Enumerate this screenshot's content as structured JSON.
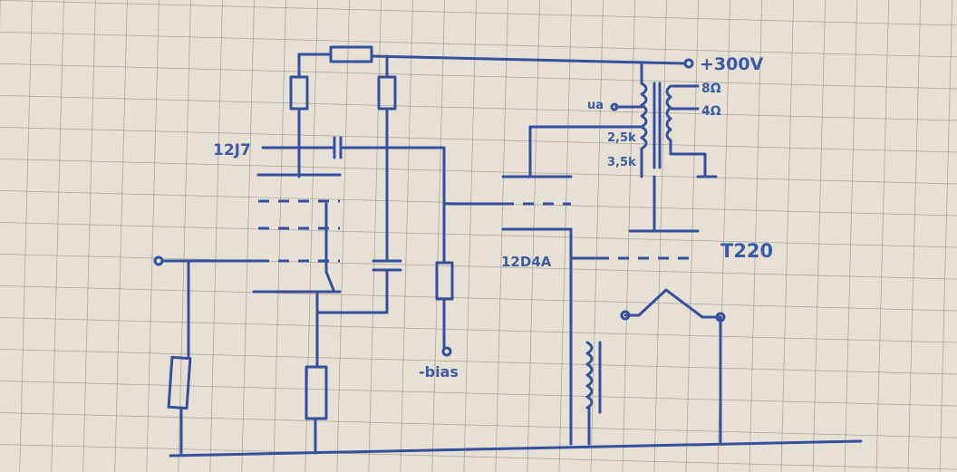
{
  "title": "Hand-drawn tube amplifier schematic on graph paper",
  "labels": {
    "supply": "+300V",
    "tap_8": "8Ω",
    "tap_4": "4Ω",
    "ua": "ua",
    "imp_25": "2,5k",
    "imp_35": "3,5k",
    "tube1": "12J7",
    "tube2": "12D4A",
    "tube3": "T220",
    "bias": "-bias"
  },
  "colors": {
    "ink": "#34509e",
    "paper": "#e6e1d4",
    "grid": "#9d9a90"
  }
}
